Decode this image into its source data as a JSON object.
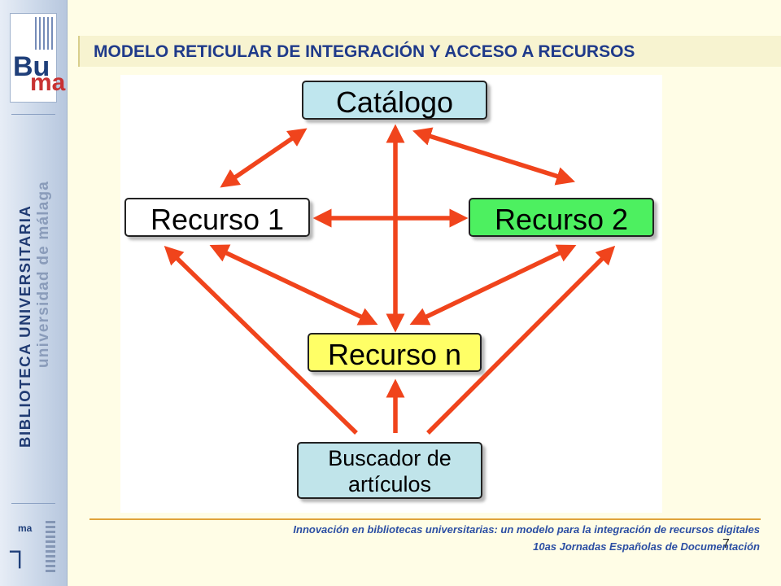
{
  "sidebar": {
    "brand_main": "BIBLIOTECA UNIVERSITARIA",
    "brand_sub": "universidad de málaga",
    "logo_bu_text": "Bu",
    "logo_bu_text2": "ma",
    "logo_uma_text": "ma"
  },
  "slide": {
    "title": "MODELO RETICULAR DE INTEGRACIÓN Y ACCESO A RECURSOS",
    "footer_line1": "Innovación en bibliotecas universitarias: un modelo para la integración de recursos digitales",
    "footer_line2": "10as Jornadas Españolas de Documentación",
    "page_number": "7"
  },
  "diagram": {
    "nodes": {
      "catalogo": "Catálogo",
      "recurso1": "Recurso 1",
      "recurso2": "Recurso 2",
      "recurson": "Recurso n",
      "buscador_line1": "Buscador de",
      "buscador_line2": "artículos"
    },
    "colors": {
      "arrow": "#f0441c",
      "catalogo_fill": "#bfe6ee",
      "recurso1_fill": "#ffffff",
      "recurso2_fill": "#4ef060",
      "recurson_fill": "#ffff66",
      "buscador_fill": "#c0e4ea"
    }
  }
}
